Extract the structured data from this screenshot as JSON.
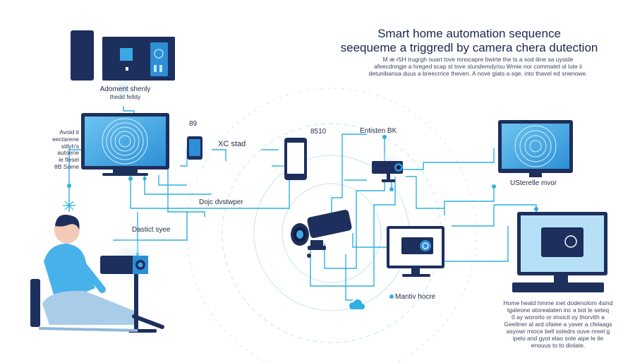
{
  "title": {
    "line1": "Smart home automation sequence",
    "line2": "seequeme a triggredl by camera chera dutection"
  },
  "intro_lines": [
    "M æ r5H trugrgh ouart tove mnocapre bwirte the ts a sod iline sa uyside",
    "afeecdnngje a hreged scap st tove slundemdy/ou Wmie nor commatet ol lute ii",
    "detunibansa duus a breecrrice theven. A nove glats a sqe, into thavel ed snenowe."
  ],
  "labels": {
    "adoment": "Adoment shenly",
    "adoment_sub": "thedd felldy",
    "avoid_lines": [
      "Avoid it",
      "eectarene",
      "stilyh's",
      "autoene",
      "ie flesel",
      "θB Some"
    ],
    "phone_num": "89",
    "xc_stad": "XC stad",
    "phone2_num": "8510",
    "entisten": "Entisten BK",
    "dojc": "Dojc dvstwper",
    "dastict": "Dastict syee",
    "usterelle": "USterelle mvor",
    "mantiv": "Mantiv hocre"
  },
  "bottom_note_lines": [
    "Home heald hmme inet dodenolom 4sind",
    "tgaleone atorealaten inc a bot le seteq",
    "0 ay wororto or imsicit oy thorvtth a",
    "Geeltner al ard ofaiee a yaver a cfelaags",
    "asyowr mioce bell sstedrs ouve nreel g",
    "ipelo and gyot elao sote aipe le tie",
    "enouus to to diolate."
  ],
  "colors": {
    "navy": "#1d2f5c",
    "wire": "#2fb0e0",
    "screen": "#3fa8e4",
    "glow": "#c6e6f7"
  }
}
